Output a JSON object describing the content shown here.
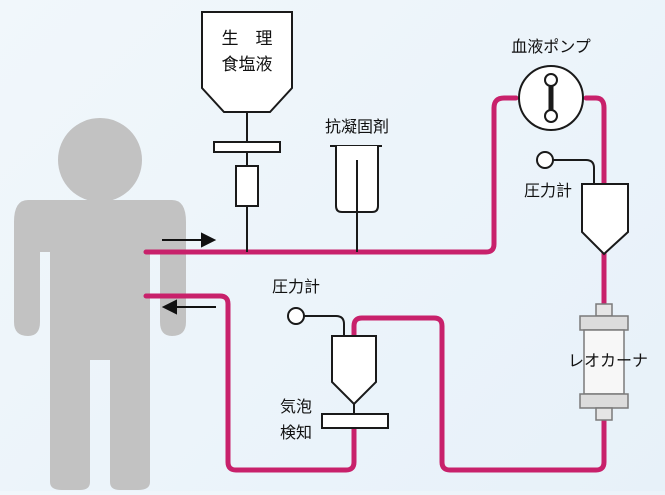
{
  "labels": {
    "saline_line1": "生　理",
    "saline_line2": "食塩液",
    "anticoagulant": "抗凝固剤",
    "blood_pump": "血液ポンプ",
    "pressure_gauge_top": "圧力計",
    "pressure_gauge_bottom": "圧力計",
    "dialyzer": "レオカーナ",
    "bubble_detector_line1": "気泡",
    "bubble_detector_line2": "検知"
  },
  "colors": {
    "tube": "#c8216b",
    "outline": "#1a1a1a",
    "person": "#c2c2c2",
    "background": "#eef5fa"
  }
}
